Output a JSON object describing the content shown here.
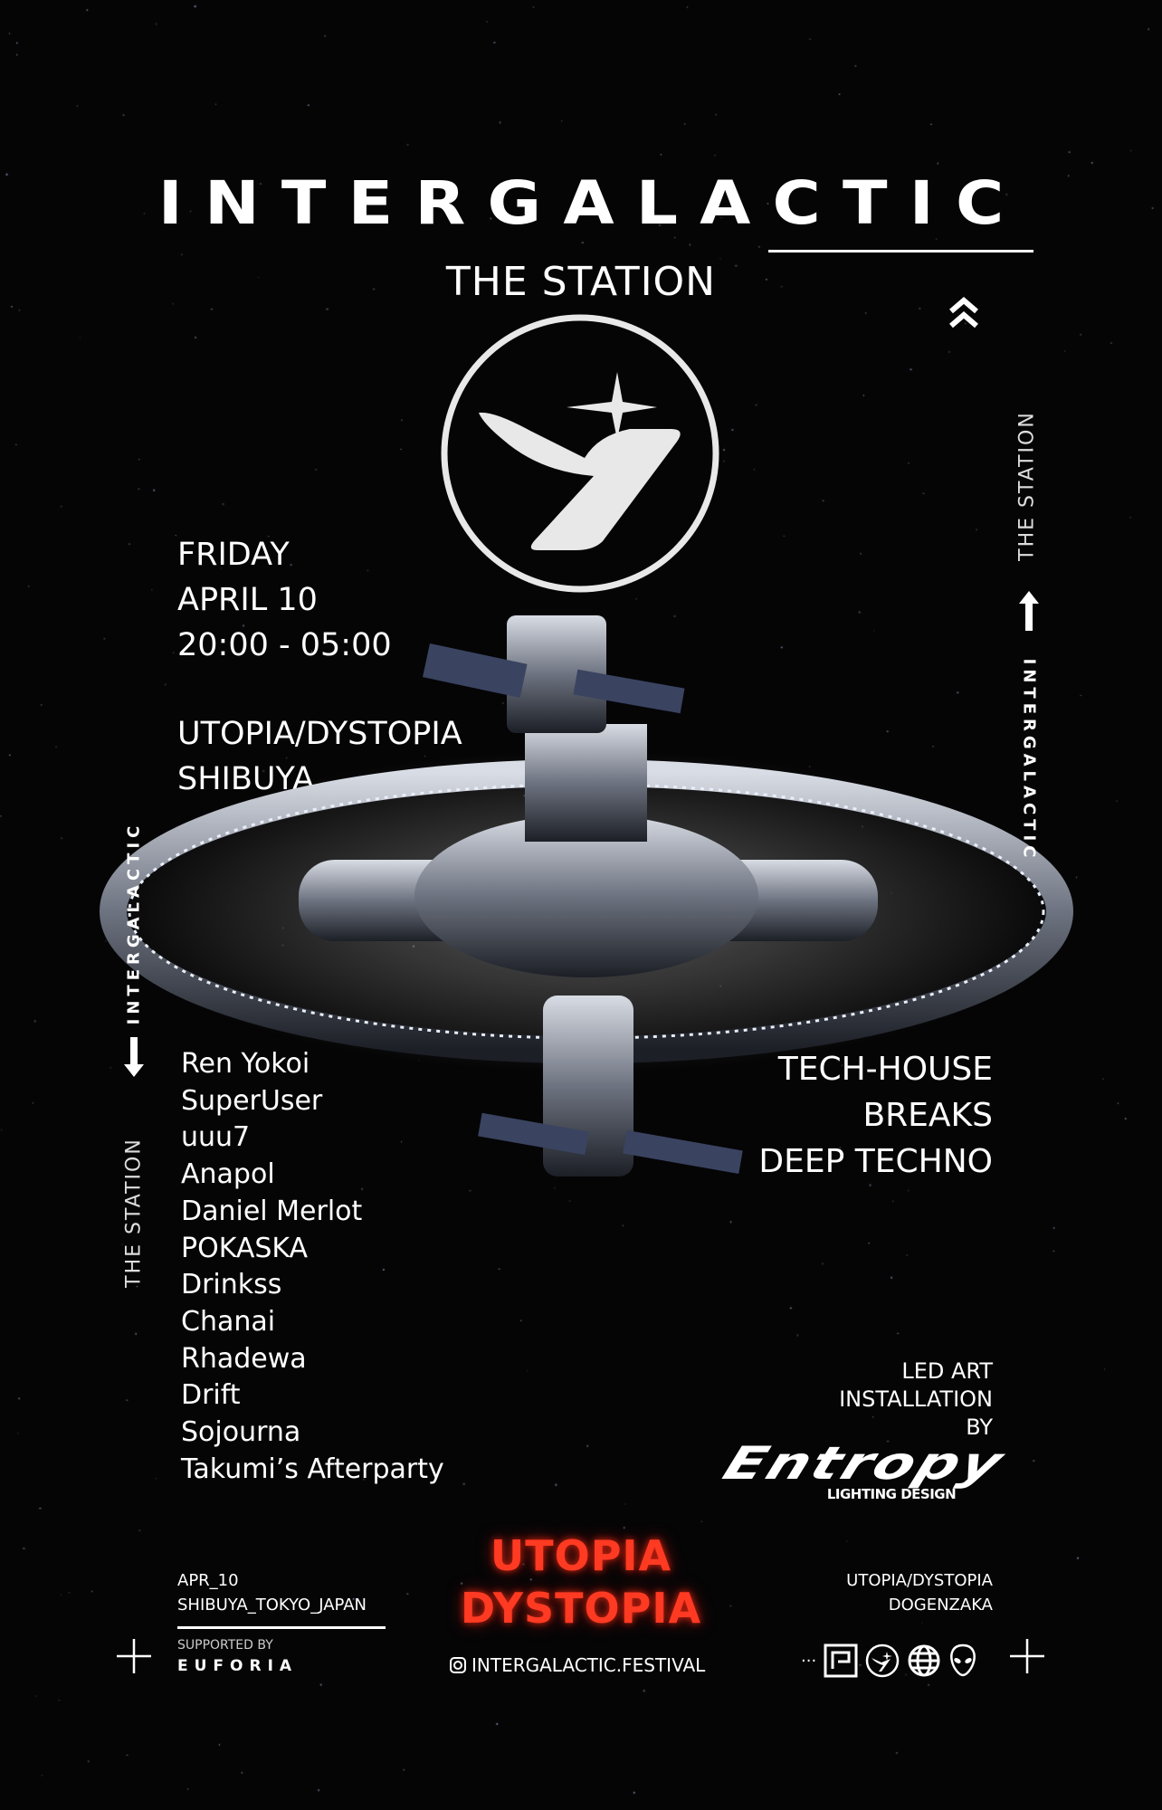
{
  "header": {
    "title": "INTERGALACTIC",
    "subtitle": "THE STATION"
  },
  "event": {
    "day": "FRIDAY",
    "date": "APRIL 10",
    "time": "20:00 - 05:00",
    "venue_line1": "UTOPIA/DYSTOPIA",
    "venue_line2": "SHIBUYA"
  },
  "lineup": [
    "Ren Yokoi",
    "SuperUser",
    "uuu7",
    "Anapol",
    "Daniel Merlot",
    "POKASKA",
    "Drinkss",
    "Chanai",
    "Rhadewa",
    "Drift",
    "Sojourna",
    "Takumi’s Afterparty"
  ],
  "genres": [
    "TECH-HOUSE",
    "BREAKS",
    "DEEP TECHNO"
  ],
  "led": {
    "line1": "LED ART",
    "line2": "INSTALLATION",
    "line3": "BY",
    "brand": "Entropy",
    "brand_sub": "LIGHTING DESIGN"
  },
  "side": {
    "station": "THE STATION",
    "intergalactic": "INTERGALACTIC"
  },
  "footer": {
    "date": "APR_10",
    "location": "SHIBUYA_TOKYO_JAPAN",
    "supported_by": "SUPPORTED BY",
    "sponsor": "EUFORIA",
    "neon1": "UTOPIA",
    "neon2": "DYSTOPIA",
    "instagram": "INTERGALACTIC.FESTIVAL",
    "venue": "UTOPIA/DYSTOPIA",
    "area": "DOGENZAKA",
    "dots": "···"
  },
  "colors": {
    "background": "#050506",
    "neon": "#ff3a22",
    "text": "#ffffff"
  },
  "icons": [
    "double-chevron-up-icon",
    "arrow-up-icon",
    "arrow-down-icon",
    "plus-icon",
    "instagram-icon",
    "square-logo-icon",
    "station-logo-icon",
    "globe-icon",
    "alien-icon"
  ]
}
